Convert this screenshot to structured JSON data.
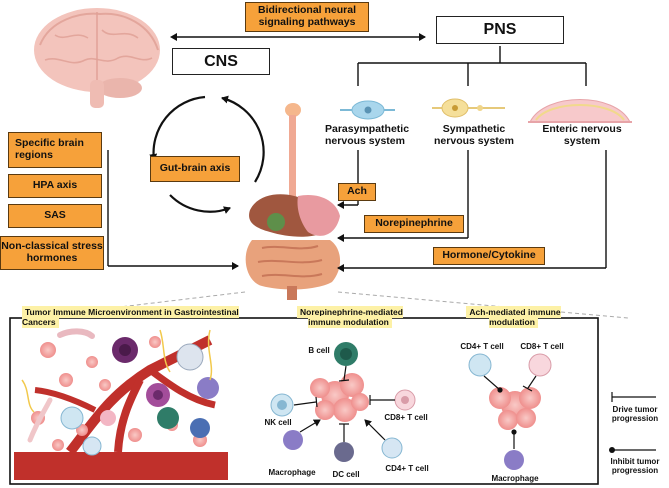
{
  "top": {
    "bidirectional": "Bidirectional neural signaling pathways",
    "cns": "CNS",
    "pns": "PNS",
    "gut_brain_axis": "Gut-brain axis"
  },
  "nervous_systems": {
    "parasympathetic": "Parasympathetic nervous system",
    "sympathetic": "Sympathetic nervous system",
    "enteric": "Enteric nervous system"
  },
  "signals": {
    "ach": "Ach",
    "norepinephrine": "Norepinephrine",
    "hormone_cytokine": "Hormone/Cytokine"
  },
  "brain_factors": [
    "Specific brain regions",
    "HPA axis",
    "SAS",
    "Non-classical stress hormones"
  ],
  "panels": {
    "tme_title": "Tumor Immune Microenvironment in Gastrointestinal Cancers",
    "ne_title": "Norepinephrine-mediated immune modulation",
    "ach_title": "Ach-mediated immune modulation"
  },
  "cells": {
    "b_cell": "B cell",
    "nk_cell": "NK cell",
    "cd8_t_cell": "CD8+ T cell",
    "macrophage": "Macrophage",
    "dc_cell": "DC cell",
    "cd4_t_cell": "CD4+ T cell"
  },
  "ach_cells": {
    "cd4_t_cell": "CD4+ T cell",
    "cd8_t_cell": "CD8+ T cell",
    "macrophage": "Macrophage"
  },
  "legend": {
    "drive": "Drive tumor progression",
    "inhibit": "Inhibit tumor progression"
  },
  "colors": {
    "orange": "#f6a13a",
    "highlight": "#fdf1a6",
    "tumor_pink": "#f4a9a8",
    "vessel_red": "#c0302b"
  }
}
